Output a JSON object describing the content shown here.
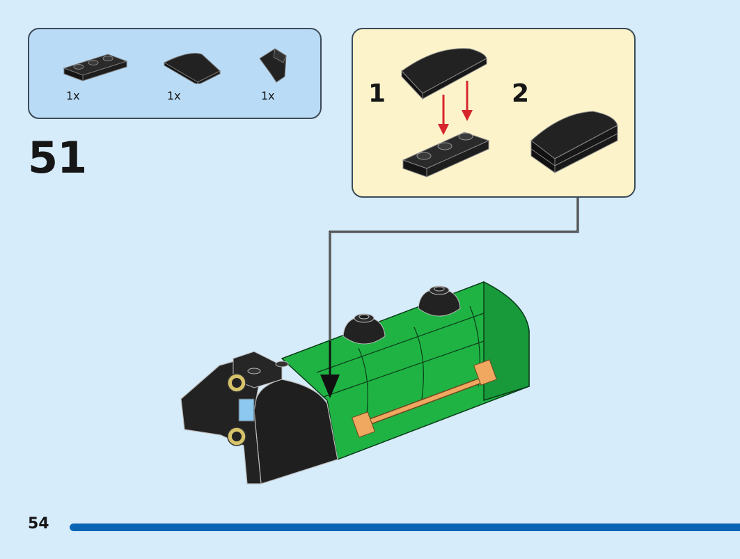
{
  "step": {
    "number": "51"
  },
  "parts_list": [
    {
      "name": "plate-1x3-black",
      "quantity": "1x"
    },
    {
      "name": "curved-slope-2x2-black",
      "quantity": "1x"
    },
    {
      "name": "slope-small-black",
      "quantity": "1x"
    }
  ],
  "substeps": [
    {
      "label": "1"
    },
    {
      "label": "2"
    }
  ],
  "page": {
    "number": "54",
    "progress": 0.55
  },
  "colors": {
    "background": "#d6ecfb",
    "parts_box": "#b9dbf6",
    "substep_box": "#fdf3cb",
    "brick_black": "#1f1f1f",
    "brick_green": "#1fb344",
    "brick_tan": "#f0a860",
    "arrow_red": "#d6262b",
    "progress_bar": "#0a64b4"
  }
}
